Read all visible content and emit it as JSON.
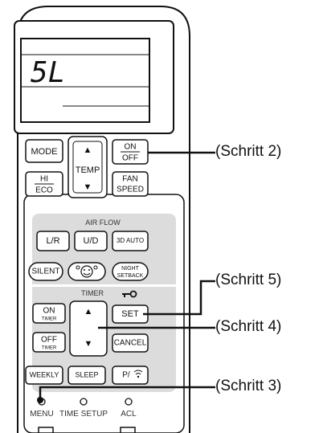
{
  "display": {
    "text": "5L"
  },
  "buttons": {
    "mode": "MODE",
    "on": "ON",
    "off": "OFF",
    "temp": "TEMP",
    "hi": "HI",
    "eco": "ECO",
    "fan": "FAN",
    "speed": "SPEED",
    "air_flow": "AIR FLOW",
    "lr": "L/R",
    "ud": "U/D",
    "auto3d": "3D AUTO",
    "silent": "SILENT",
    "night": "NIGHT",
    "setback": "SETBACK",
    "timer": "TIMER",
    "set": "SET",
    "on_timer_top": "ON",
    "on_timer_bottom": "TIMER",
    "off_timer_top": "OFF",
    "off_timer_bottom": "TIMER",
    "cancel": "CANCEL",
    "weekly": "WEEKLY",
    "sleep": "SLEEP",
    "p": "P/",
    "menu": "MENU",
    "time_setup": "TIME SETUP",
    "acl": "ACL"
  },
  "callouts": {
    "step2": "(Schritt 2)",
    "step5": "(Schritt 5)",
    "step4": "(Schritt 4)",
    "step3": "(Schritt 3)"
  }
}
